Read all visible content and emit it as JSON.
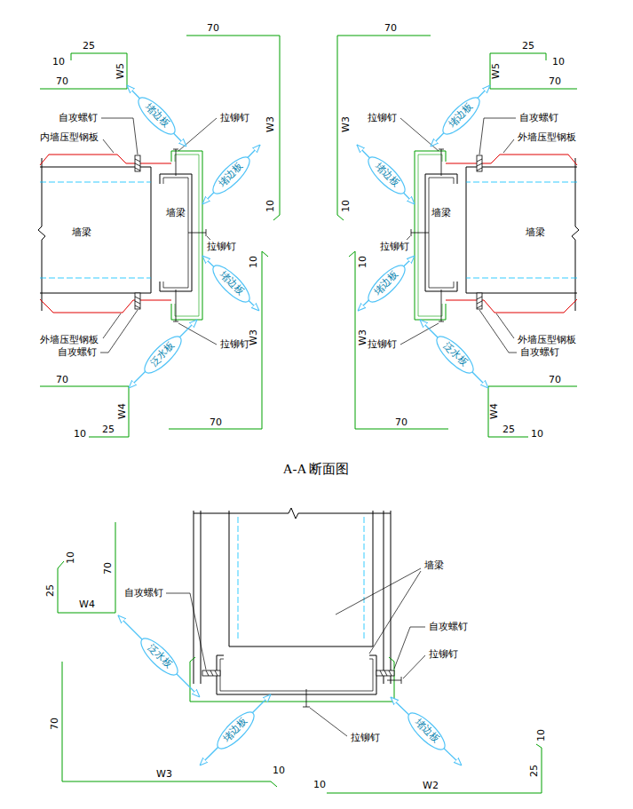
{
  "diagram": {
    "caption": "A-A 断面图",
    "nodes": [
      {
        "text": [
          "堵边板"
        ]
      },
      {
        "text": [
          "墙梁"
        ]
      },
      {
        "text": [
          "墙梁"
        ]
      },
      {
        "text": [
          "堵边板"
        ]
      },
      {
        "text": [
          "堵边板"
        ]
      },
      {
        "text": [
          "泛水板"
        ]
      },
      {
        "text": [
          "堵边板"
        ]
      },
      {
        "text": [
          "墙梁"
        ]
      },
      {
        "text": [
          "墙梁"
        ]
      },
      {
        "text": [
          "堵边板"
        ]
      },
      {
        "text": [
          "堵边板"
        ]
      },
      {
        "text": [
          "泛水板"
        ]
      },
      {
        "text": [
          "泛水板"
        ]
      },
      {
        "text": [
          "堵边板"
        ]
      },
      {
        "text": [
          "堵边板"
        ]
      }
    ],
    "labels": [
      "70",
      "25",
      "10",
      "W5",
      "70",
      "自攻螺钉",
      "内墙压型钢板",
      "拉铆钉",
      "W3",
      "10",
      "拉铆钉",
      "10",
      "W3",
      "外墙压型钢板",
      "拉铆钉",
      "自攻螺钉",
      "70",
      "W4",
      "10",
      "25",
      "70",
      "70",
      "25",
      "10",
      "W5",
      "70",
      "拉铆钉",
      "自攻螺钉",
      "外墙压型钢板",
      "W3",
      "10",
      "拉铆钉",
      "10",
      "W3",
      "拉铆钉",
      "外墙压型钢板",
      "自攻螺钉",
      "70",
      "W4",
      "25",
      "10",
      "70",
      "10",
      "70",
      "25",
      "W4",
      "自攻螺钉",
      "墙梁",
      "自攻螺钉",
      "拉铆钉",
      "70",
      "拉铆钉",
      "W3",
      "10",
      "10",
      "W2",
      "25",
      "10"
    ]
  }
}
